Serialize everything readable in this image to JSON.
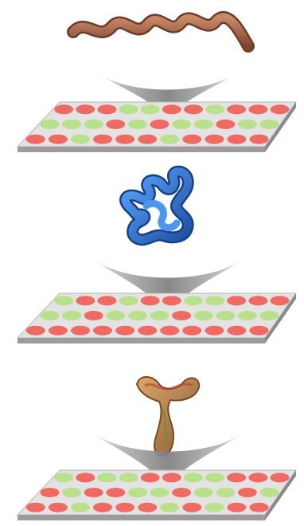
{
  "figure": {
    "panels": [
      {
        "molecule": "unfolded-ribbon",
        "molecule_color": "#a86a4c",
        "rows": [
          [
            "red",
            "red",
            "red",
            "green",
            "green",
            "red",
            "red",
            "green",
            "red",
            "red",
            "red"
          ],
          [
            "green",
            "green",
            "green",
            "red",
            "green",
            "red",
            "green",
            "green",
            "red",
            "green",
            "green"
          ],
          [
            "red",
            "red",
            "green",
            "red",
            "red",
            "red",
            "green",
            "red",
            "red",
            "red",
            "red"
          ]
        ]
      },
      {
        "molecule": "folded-globule",
        "molecule_color": "#2a74c4",
        "rows": [
          [
            "green",
            "red",
            "red",
            "green",
            "red",
            "red",
            "green",
            "green",
            "red",
            "red",
            "red"
          ],
          [
            "green",
            "green",
            "red",
            "green",
            "green",
            "green",
            "red",
            "green",
            "green",
            "green",
            "green"
          ],
          [
            "red",
            "red",
            "red",
            "red",
            "red",
            "red",
            "red",
            "red",
            "red",
            "red",
            "red"
          ]
        ]
      },
      {
        "molecule": "folded-hook",
        "molecule_color": "#b38a56",
        "rows": [
          [
            "green",
            "red",
            "green",
            "green",
            "red",
            "red",
            "green",
            "green",
            "red",
            "red",
            "red"
          ],
          [
            "red",
            "green",
            "red",
            "red",
            "green",
            "green",
            "red",
            "green",
            "green",
            "red",
            "green"
          ],
          [
            "red",
            "red",
            "green",
            "red",
            "red",
            "red",
            "green",
            "red",
            "green",
            "red",
            "red"
          ]
        ]
      }
    ],
    "colors": {
      "spot_red": "#f06a64",
      "spot_green": "#b9e08a",
      "plate_top": "#e3e3e3",
      "plate_side": "#9c9c9c",
      "cone": "#8a8a8a"
    }
  }
}
